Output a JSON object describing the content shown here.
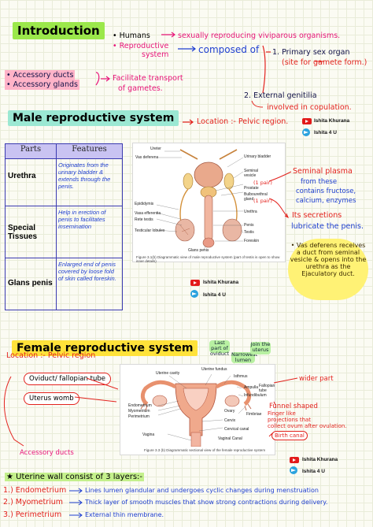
{
  "intro": {
    "title": "Introduction",
    "humans": "• Humans",
    "sexually": "sexually reproducing viviparous organisms.",
    "repro_system_1": "• Reproductive",
    "repro_system_2": "system",
    "composed_of": "composed of",
    "primary_1": "1. Primary sex organ",
    "primary_2": "(site for gamete form.)",
    "external": "2. External genitilia",
    "involved": "involved in copulation.",
    "accessory_ducts": "• Accessory ducts",
    "accessory_glands": "• Accessory glands",
    "facilitate_1": "Facilitate transport",
    "facilitate_2": "of gametes."
  },
  "male": {
    "title": "Male reproductive system",
    "location": "Location :- Pelvic region.",
    "table": {
      "headers": [
        "Parts",
        "Features"
      ],
      "rows": [
        {
          "part": "Urethra",
          "feature": "Originates from the urinary bladder & extends through the penis."
        },
        {
          "part": "Special Tissues",
          "feature": "Help in erection of penis to facilitates insemination"
        },
        {
          "part": "Glans penis",
          "feature": "Enlarged end of penis covered by loose fold of skin called foreskin."
        }
      ]
    },
    "figure_caption": "Figure 3.1(b) Diagrammatic view of male reproductive system (part of testis is open to show inner details)",
    "figure_labels": [
      "Ureter",
      "Vas deferens",
      "Urinary bladder",
      "Seminal vesicle",
      "Prostate",
      "Bulbourethral gland",
      "Epididymis",
      "Vasa efferentia",
      "Rete testis",
      "Testicular lobules",
      "Urethra",
      "Penis",
      "Testis",
      "Foreskin",
      "Glans penis"
    ],
    "seminal_pair": "(1 pair)",
    "bulbo_pair": "(1 pair)",
    "seminal_plasma_1": "Seminal plasma",
    "seminal_plasma_2": "from these",
    "seminal_plasma_3": "contains fructose,",
    "seminal_plasma_4": "calcium, enzymes",
    "its_secretions_1": "Its secretions",
    "its_secretions_2": "lubricate the penis.",
    "vas_note": "• Vas deferens receives a duct from seminal vesicle & opens into the urethra as the Ejaculatory duct.",
    "yt_name": "Ishita Khurana",
    "tg_name": "Ishita 4 U"
  },
  "female": {
    "title": "Female reproductive system",
    "location": "Location :- Pelvic region",
    "oviduct": "Oviduct/ fallopian tube",
    "uterus": "Uterus womb",
    "accessory": "Accessory ducts",
    "last_part": "Last part of oviduct",
    "narrowest": "Narrowest lumen",
    "join_ovary": "Join the uterus",
    "wider_part": "wider part",
    "funnel": "Funnel shaped",
    "finger_1": "Finger like",
    "finger_2": "projections that",
    "finger_3": "collect ovum after ovulation.",
    "birth_canal": "Birth canal",
    "figure_caption": "Figure 3.3 (b) Diagrammatic sectional view of the female reproductive system",
    "figure_labels": [
      "Uterine cavity",
      "Uterine fundus",
      "Isthmus",
      "Ampulla",
      "Fallopian tube",
      "Infundibulum",
      "Endometrium",
      "Myometrium",
      "Perimetrium",
      "Ovary",
      "Fimbriae",
      "Cervix",
      "Cervical canal",
      "Vagina",
      "Vaginal Canal"
    ],
    "yt_name": "Ishita Khurana",
    "tg_name": "Ishita 4 U"
  },
  "uterine": {
    "heading": "★ Uterine wall consist of 3 layers:-",
    "layers": [
      {
        "name": "1.) Endometrium",
        "desc": "Lines lumen glandular and undergoes cyclic changes during menstruation"
      },
      {
        "name": "2.) Myometrium",
        "desc": "Thick layer of smooth muscles that show strong contractions during delivery."
      },
      {
        "name": "3.) Perimetrium",
        "desc": "External thin membrane."
      }
    ]
  },
  "colors": {
    "green": "#9be84b",
    "teal": "#9be8d3",
    "yellow": "#ffe23a",
    "pink": "#e8157a",
    "red": "#e3231e",
    "blue": "#1f3fd0"
  }
}
